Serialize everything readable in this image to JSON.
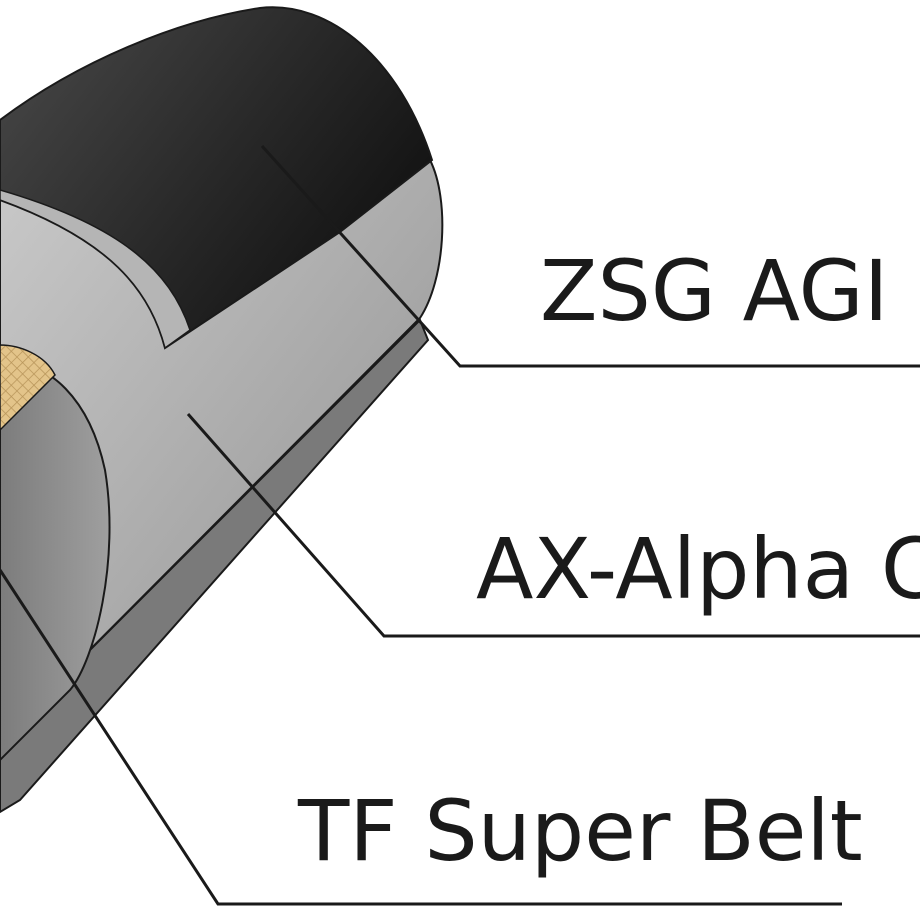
{
  "labels": {
    "top": "ZSG AGI",
    "middle": "AX-Alpha C",
    "bottom": "TF Super Belt"
  },
  "colors": {
    "background": "#ffffff",
    "outer_tread": "#2e2e2e",
    "casing_gray": "#a9a9a9",
    "inner_gray": "#8c8c8c",
    "protection_mesh": "#d9b87c",
    "leader_line": "#1a1a1a"
  }
}
